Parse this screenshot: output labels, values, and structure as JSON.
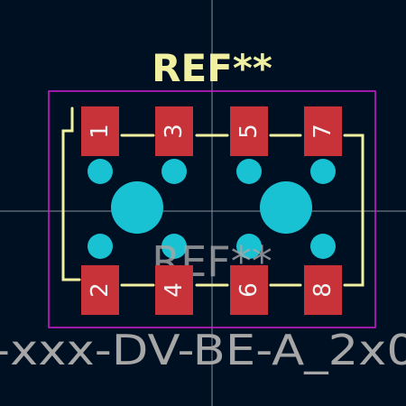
{
  "colors": {
    "background": "#001023",
    "crosshair": "#8a8f99",
    "courtyard": "#d61bd6",
    "silkscreen": "#f0f0a0",
    "pad": "#c8333a",
    "pad_text": "#f2f2f2",
    "hole": "#19c2d2",
    "fab_text": "#a6a6a6"
  },
  "footprint": {
    "ref_designator": "REF**",
    "fab_reference": "REF**",
    "value_text": "-xxx-DV-BE-A_2x0",
    "pads": [
      {
        "number": "1",
        "row": "top"
      },
      {
        "number": "3",
        "row": "top"
      },
      {
        "number": "5",
        "row": "top"
      },
      {
        "number": "7",
        "row": "top"
      },
      {
        "number": "2",
        "row": "bottom"
      },
      {
        "number": "4",
        "row": "bottom"
      },
      {
        "number": "6",
        "row": "bottom"
      },
      {
        "number": "8",
        "row": "bottom"
      }
    ]
  }
}
